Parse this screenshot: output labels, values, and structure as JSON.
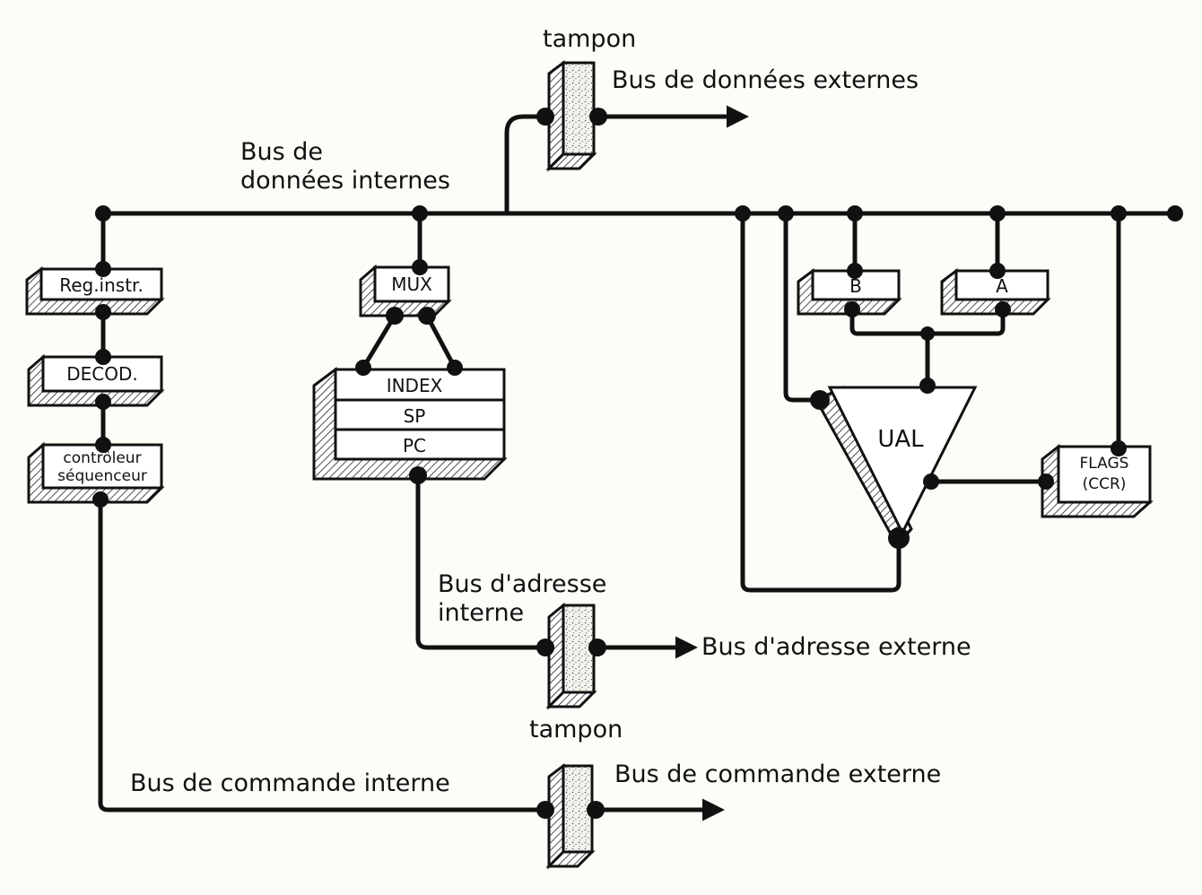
{
  "diagram": {
    "title": "Architecture interne du microprocesseur",
    "bus": {
      "internal_data": [
        "Bus de",
        "données internes"
      ],
      "external_data": "Bus de données externes",
      "internal_address": [
        "Bus d'adresse",
        "interne"
      ],
      "external_address": "Bus d'adresse externe",
      "internal_command": "Bus de commande interne",
      "external_command": "Bus de commande externe"
    },
    "buffers": {
      "data": "tampon",
      "address": "tampon"
    },
    "blocks": {
      "instr_register": "Reg.instr.",
      "decoder": "DECOD.",
      "controller": [
        "contrôleur",
        "séquenceur"
      ],
      "mux": "MUX",
      "index": "INDEX",
      "sp": "SP",
      "pc": "PC",
      "reg_b": "B",
      "reg_a": "A",
      "alu": "UAL",
      "flags": [
        "FLAGS",
        "(CCR)"
      ]
    }
  }
}
